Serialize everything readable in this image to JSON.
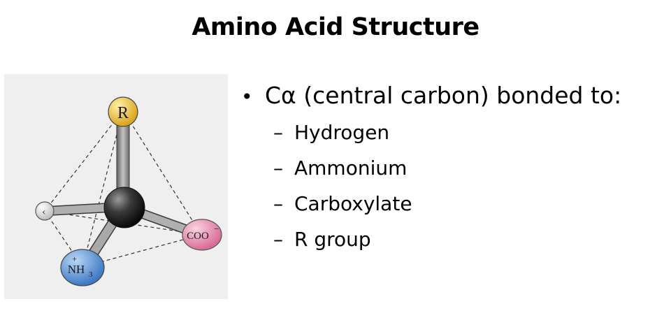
{
  "slide": {
    "title": "Amino Acid Structure"
  },
  "figure": {
    "labels": {
      "r_group": "R",
      "carboxylate": "COO",
      "carboxylate_charge": "−",
      "ammonium": "NH",
      "ammonium_subscript": "3",
      "ammonium_charge": "+",
      "hydrogen_partial": "‹"
    },
    "colors": {
      "panel_background": "#efefef",
      "central_carbon": "#1f1f1f",
      "r_group_atom": "#f2c12e",
      "carboxylate_atom": "#e58fb0",
      "ammonium_atom": "#4f8fd6",
      "hydrogen_atom": "#e6e6e6",
      "bond": "#8c8c8c"
    }
  },
  "bullets": {
    "main_prefix": "•",
    "main_text": "Cα  (central carbon) bonded to:",
    "sub_dash": "–",
    "sub_items": [
      "Hydrogen",
      "Ammonium",
      "Carboxylate",
      "R group"
    ]
  }
}
